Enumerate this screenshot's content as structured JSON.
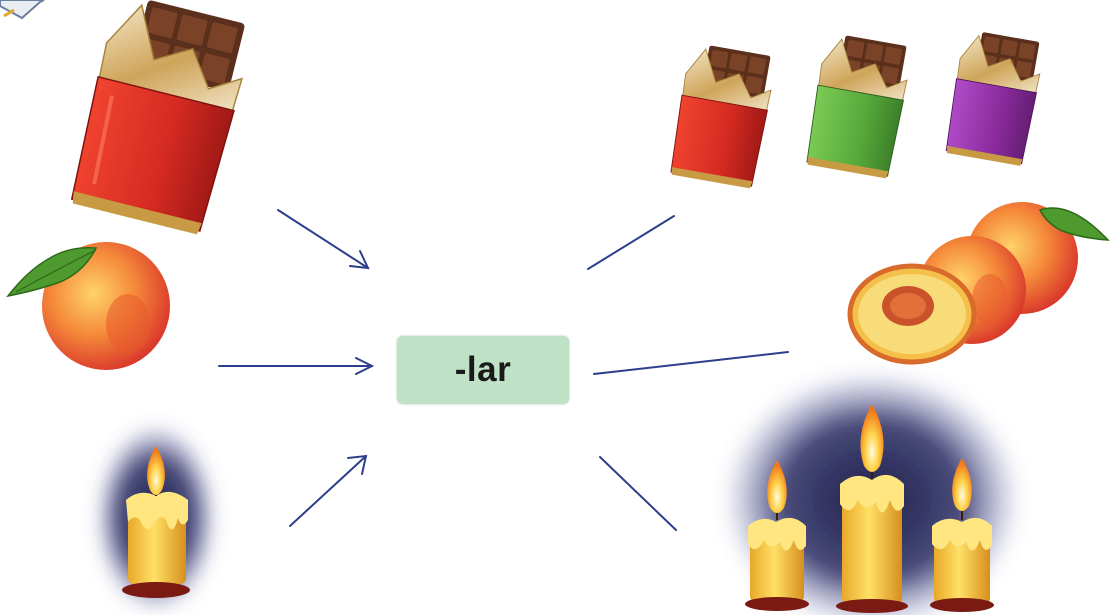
{
  "suffix": {
    "text": "-lar",
    "box_color": "#bfe1c6"
  },
  "arrow_color": "#2d3e8c",
  "singular_items": [
    {
      "name": "chocolate-bar",
      "count": 1,
      "wrapper_colors": [
        "#d42a22"
      ]
    },
    {
      "name": "peach",
      "count": 1
    },
    {
      "name": "candle",
      "count": 1
    }
  ],
  "plural_items": [
    {
      "name": "chocolate-bars",
      "count": 3,
      "wrapper_colors": [
        "#d42a22",
        "#56a83a",
        "#8a2b9c"
      ]
    },
    {
      "name": "peaches",
      "count": 3
    },
    {
      "name": "candles",
      "count": 3
    }
  ]
}
